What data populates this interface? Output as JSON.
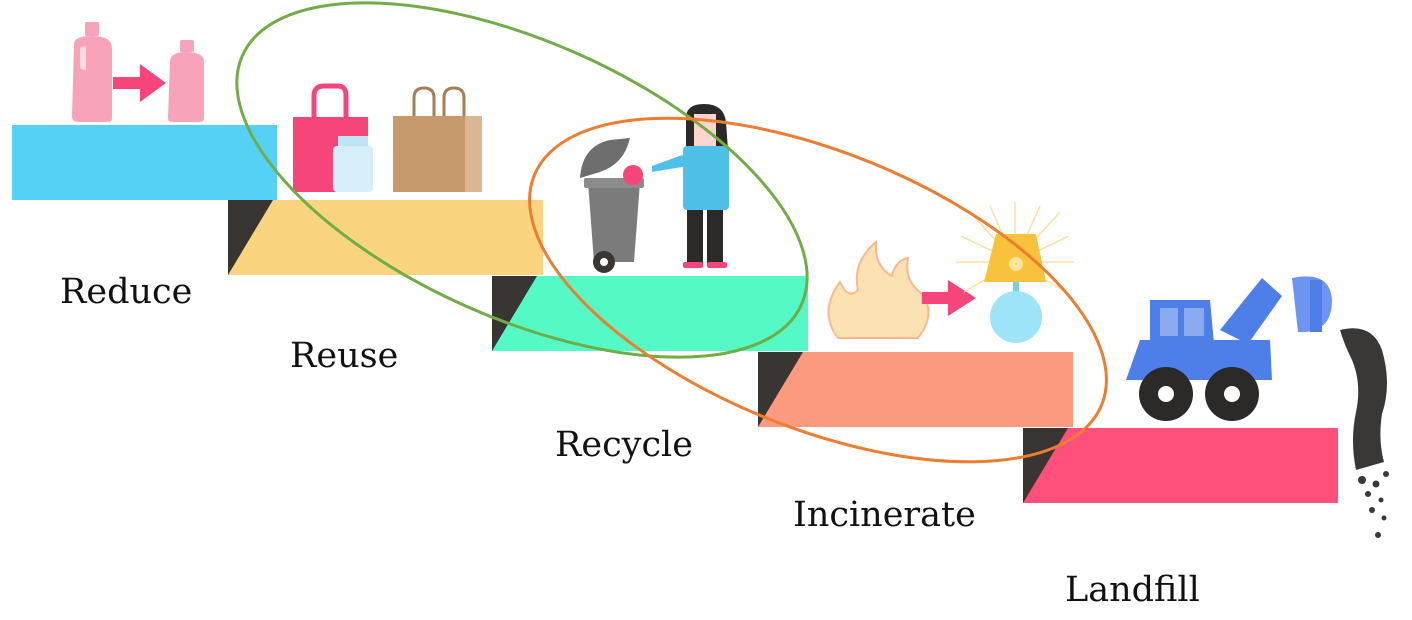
{
  "steps": [
    {
      "id": "reduce",
      "label": "Reduce",
      "color": "#54D1F5"
    },
    {
      "id": "reuse",
      "label": "Reuse",
      "color": "#FAD47E"
    },
    {
      "id": "recycle",
      "label": "Recycle",
      "color": "#55F9C5"
    },
    {
      "id": "incinerate",
      "label": "Incinerate",
      "color": "#FB9A7F"
    },
    {
      "id": "landfill",
      "label": "Landfill",
      "color": "#FF4F7B"
    }
  ],
  "colors": {
    "shadow": "#383532",
    "green_ellipse": "#70AD47",
    "orange_ellipse": "#ED7D31",
    "pink_arrow": "#F5457A",
    "bottle_pink": "#F7A4BA",
    "bag_pink": "#F5457A",
    "bag_brown": "#C69A6D",
    "jar_blue": "#D5EEF8",
    "bin_grey": "#7B7B7B",
    "person_blue": "#4FC0E8",
    "flame": "#FCE1B2",
    "lamp_yellow": "#F9C23C",
    "lamp_base": "#9DE4F9",
    "tractor_blue": "#4E7EE8",
    "soil": "#3A3836"
  },
  "icons": [
    "bottle-large-icon",
    "bottle-small-icon",
    "arrow-icon",
    "tote-bag-icon",
    "glass-jar-icon",
    "paper-bag-icon",
    "trash-bin-icon",
    "person-icon",
    "flame-icon",
    "lamp-icon",
    "tractor-icon",
    "soil-pile-icon"
  ]
}
